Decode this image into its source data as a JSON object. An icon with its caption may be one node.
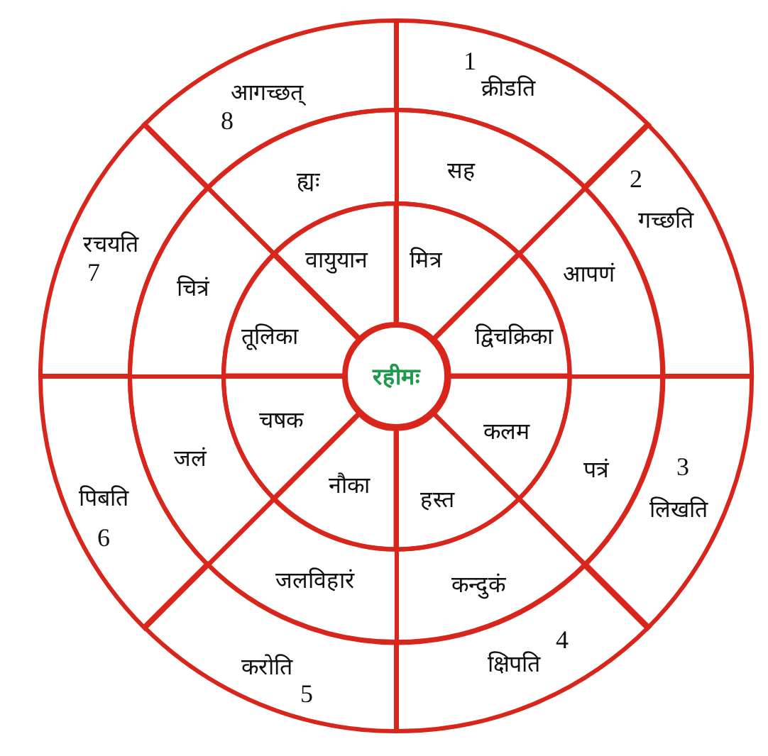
{
  "diagram": {
    "nodes": [
      {
        "text": [
          "रहीमः"
        ]
      },
      {
        "text": [
          "मित्र"
        ]
      },
      {
        "text": [
          "सह"
        ]
      },
      {
        "text": [
          "1",
          "क्रीडति"
        ]
      },
      {
        "text": [
          "द्विचक्रिका"
        ]
      },
      {
        "text": [
          "आपणं"
        ]
      },
      {
        "text": [
          "2",
          "गच्छति"
        ]
      },
      {
        "text": [
          "कलम"
        ]
      },
      {
        "text": [
          "पत्रं"
        ]
      },
      {
        "text": [
          "3",
          "लिखति"
        ]
      },
      {
        "text": [
          "हस्त"
        ]
      },
      {
        "text": [
          "कन्दुकं"
        ]
      },
      {
        "text": [
          "4",
          "क्षिपति"
        ]
      },
      {
        "text": [
          "नौका"
        ]
      },
      {
        "text": [
          "जलविहारं"
        ]
      },
      {
        "text": [
          "करोति",
          "5"
        ]
      },
      {
        "text": [
          "चषक"
        ]
      },
      {
        "text": [
          "जलं"
        ]
      },
      {
        "text": [
          "पिबति",
          "6"
        ]
      },
      {
        "text": [
          "तूलिका"
        ]
      },
      {
        "text": [
          "चित्रं"
        ]
      },
      {
        "text": [
          "रचयति",
          "7"
        ]
      },
      {
        "text": [
          "वायुयान"
        ]
      },
      {
        "text": [
          "ह्यः"
        ]
      },
      {
        "text": [
          "आगच्छत्",
          "8"
        ]
      }
    ]
  }
}
